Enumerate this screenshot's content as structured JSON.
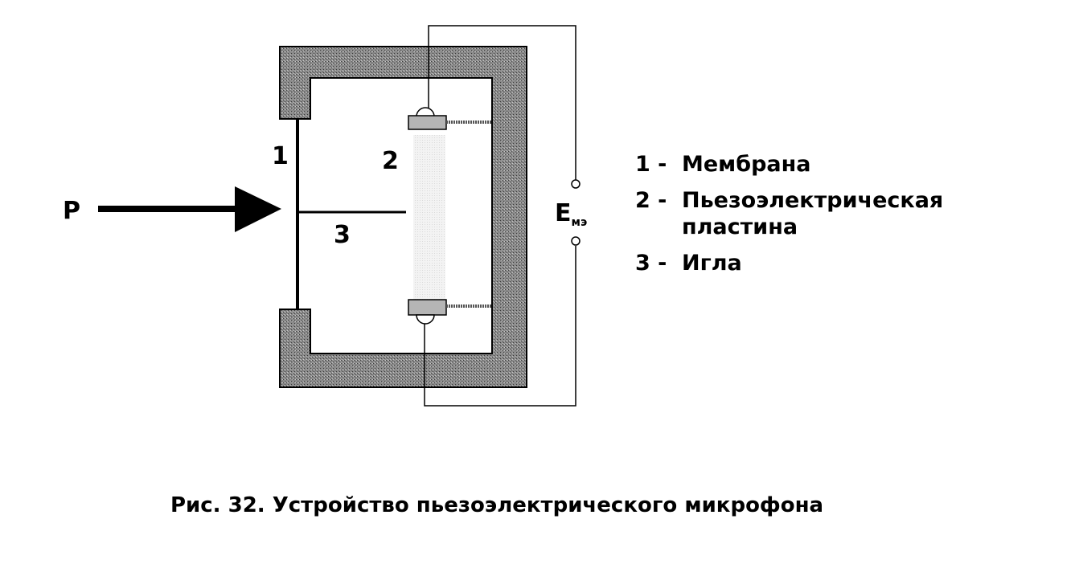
{
  "labels": {
    "pressure": "P",
    "membrane_num": "1",
    "plate_num": "2",
    "needle_num": "3",
    "emf_main": "E",
    "emf_sub": "мэ"
  },
  "legend": [
    {
      "num": "1 -",
      "text": "Мембрана"
    },
    {
      "num": "2 -",
      "text": "Пьезоэлектрическая\nпластина"
    },
    {
      "num": "3 -",
      "text": "Игла"
    }
  ],
  "caption": "Рис. 32. Устройство пьезоэлектрического микрофона",
  "colors": {
    "housing": "#7a7a7a",
    "ink": "#000000",
    "plate": "#b5b5b5"
  }
}
